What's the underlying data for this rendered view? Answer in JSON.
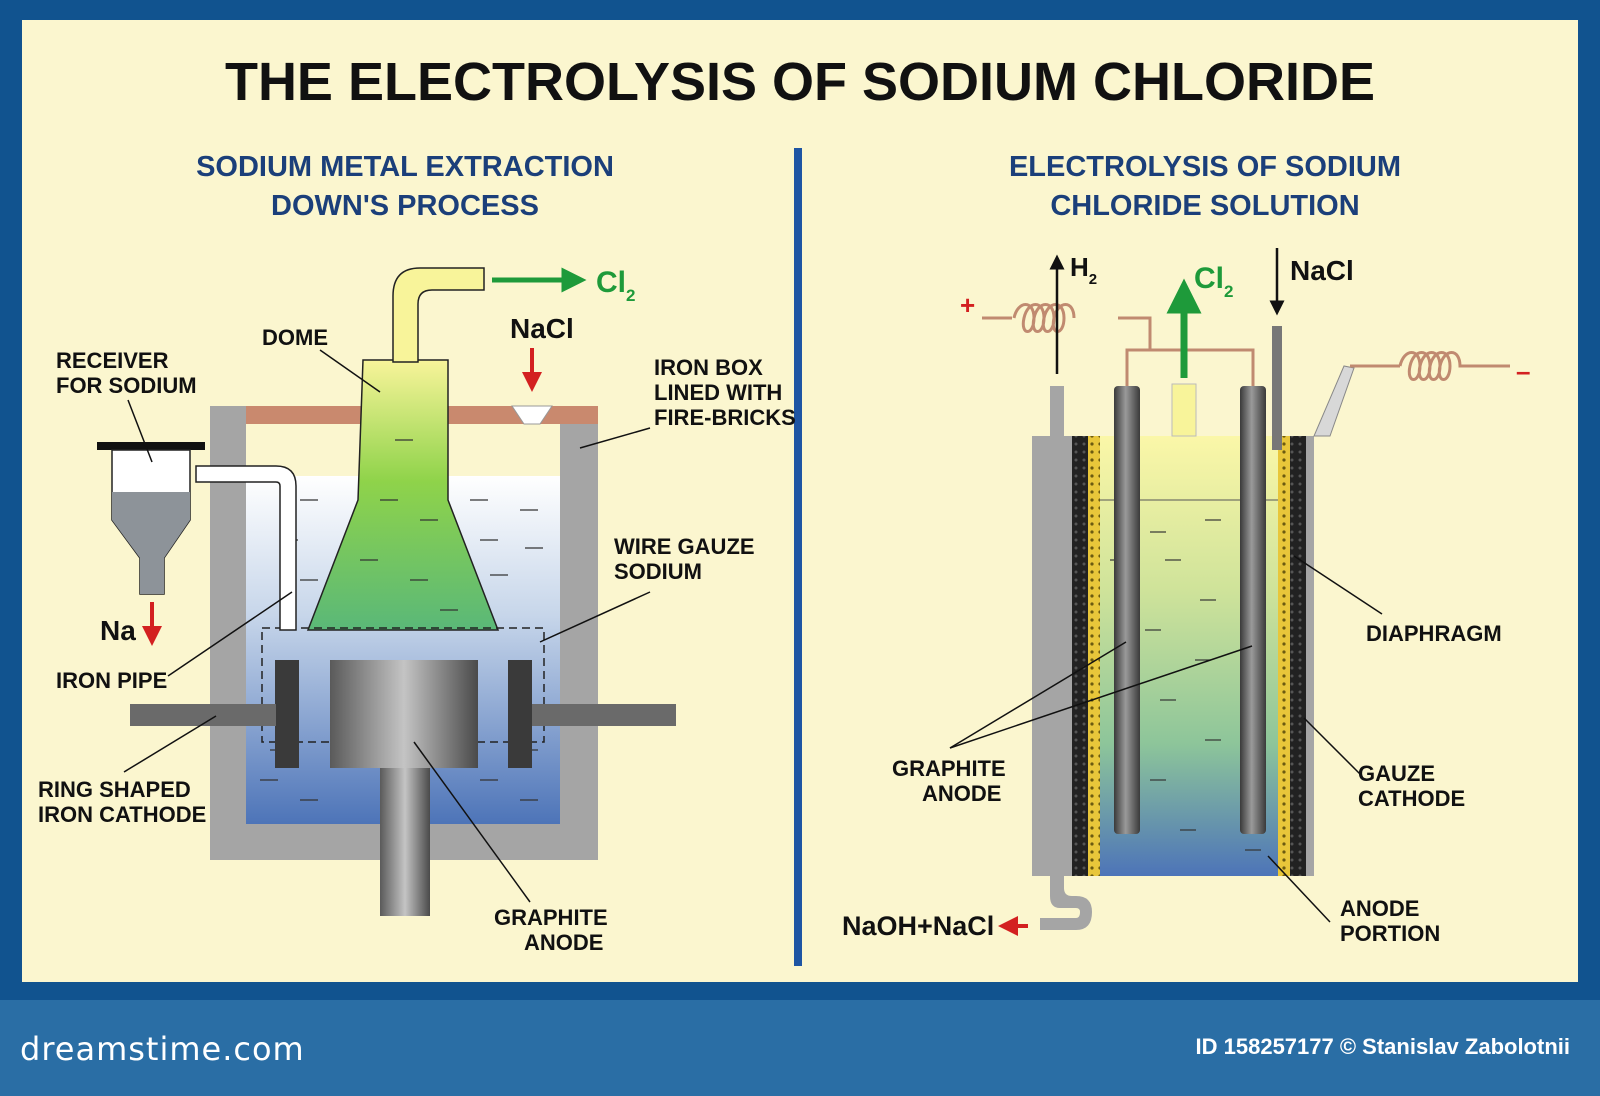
{
  "title": "THE ELECTROLYSIS OF SODIUM CHLORIDE",
  "left": {
    "heading_line1": "SODIUM METAL EXTRACTION",
    "heading_line2": "DOWN'S PROCESS",
    "labels": {
      "dome": "DOME",
      "receiver_line1": "RECEIVER",
      "receiver_line2": "FOR SODIUM",
      "cl2": "Cl",
      "cl2_sub": "2",
      "nacl": "NaCl",
      "iron_box_line1": "IRON BOX",
      "iron_box_line2": "LINED WITH",
      "iron_box_line3": "FIRE-BRICKS",
      "wire_gauze_line1": "WIRE GAUZE",
      "wire_gauze_line2": "SODIUM",
      "na": "Na",
      "iron_pipe": "IRON PIPE",
      "ring_cathode_line1": "RING SHAPED",
      "ring_cathode_line2": "IRON CATHODE",
      "graphite_anode_line1": "GRAPHITE",
      "graphite_anode_line2": "ANODE"
    }
  },
  "right": {
    "heading_line1": "ELECTROLYSIS OF SODIUM",
    "heading_line2": "CHLORIDE SOLUTION",
    "labels": {
      "h2": "H",
      "h2_sub": "2",
      "cl2": "Cl",
      "cl2_sub": "2",
      "nacl": "NaCl",
      "plus": "+",
      "minus": "–",
      "diaphragm": "DIAPHRAGM",
      "graphite_anode_line1": "GRAPHITE",
      "graphite_anode_line2": "ANODE",
      "gauze_cathode_line1": "GAUZE",
      "gauze_cathode_line2": "CATHODE",
      "anode_portion_line1": "ANODE",
      "anode_portion_line2": "PORTION",
      "output": "NaOH+NaCl"
    }
  },
  "footer": {
    "logo": "dreamstime.com",
    "credit": "ID 158257177 © Stanislav Zabolotnii"
  },
  "colors": {
    "title": "#111111",
    "heading": "#1b3f7a",
    "chlorine": "#1e9a3a",
    "arrow_red": "#d32020",
    "background": "#fbf6cf",
    "frame": "#11538f"
  }
}
